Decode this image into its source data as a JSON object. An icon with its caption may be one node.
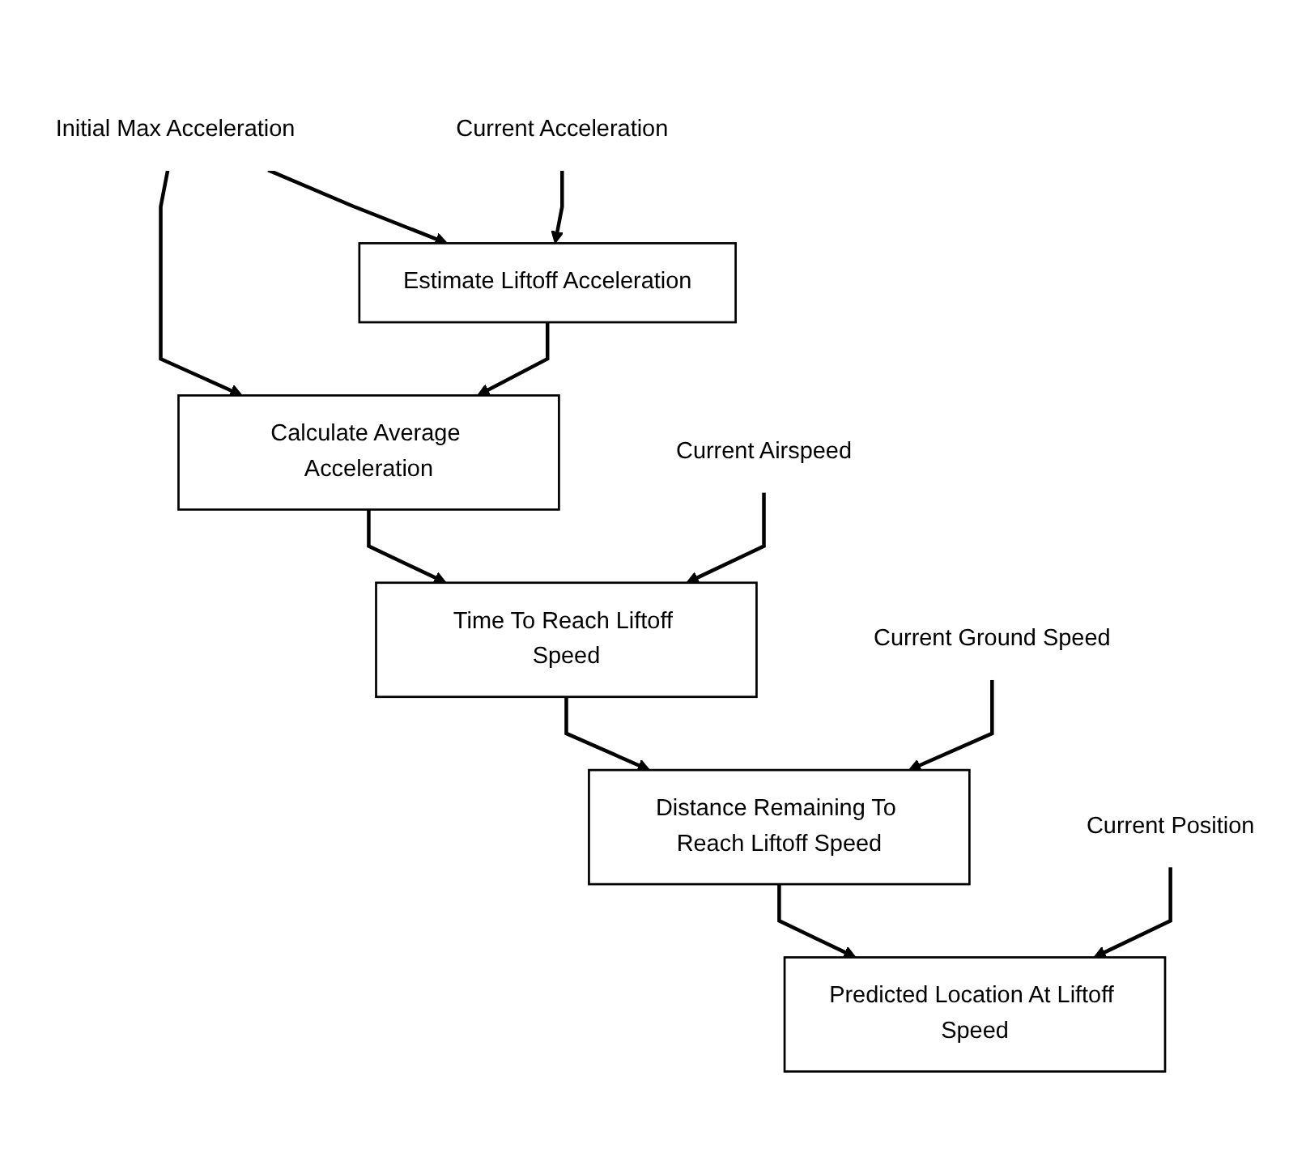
{
  "diagram": {
    "nodes": [
      {
        "text": [
          "Initial Max Acceleration"
        ]
      },
      {
        "text": [
          "Current Acceleration"
        ]
      },
      {
        "text": [
          "Current Airspeed"
        ]
      },
      {
        "text": [
          "Current Ground Speed"
        ]
      },
      {
        "text": [
          "Current Position"
        ]
      },
      {
        "text": [
          "Estimate Liftoff Acceleration"
        ]
      },
      {
        "text": [
          "Calculate Average Acceleration"
        ]
      },
      {
        "text": [
          "Time To Reach Liftoff Speed"
        ]
      },
      {
        "text": [
          "Distance Remaining To Reach Liftoff Speed"
        ]
      },
      {
        "text": [
          "Predicted Location At Liftoff Speed"
        ]
      }
    ],
    "edges": [
      {
        "from": 0,
        "to": 6,
        "arrow": "to"
      },
      {
        "from": 0,
        "to": 5,
        "arrow": "to"
      },
      {
        "from": 1,
        "to": 5,
        "arrow": "to"
      },
      {
        "from": 5,
        "to": 6,
        "arrow": "to"
      },
      {
        "from": 6,
        "to": 7,
        "arrow": "to"
      },
      {
        "from": 2,
        "to": 7,
        "arrow": "to"
      },
      {
        "from": 7,
        "to": 8,
        "arrow": "to"
      },
      {
        "from": 3,
        "to": 8,
        "arrow": "to"
      },
      {
        "from": 8,
        "to": 9,
        "arrow": "to"
      },
      {
        "from": 4,
        "to": 9,
        "arrow": "to"
      }
    ]
  }
}
